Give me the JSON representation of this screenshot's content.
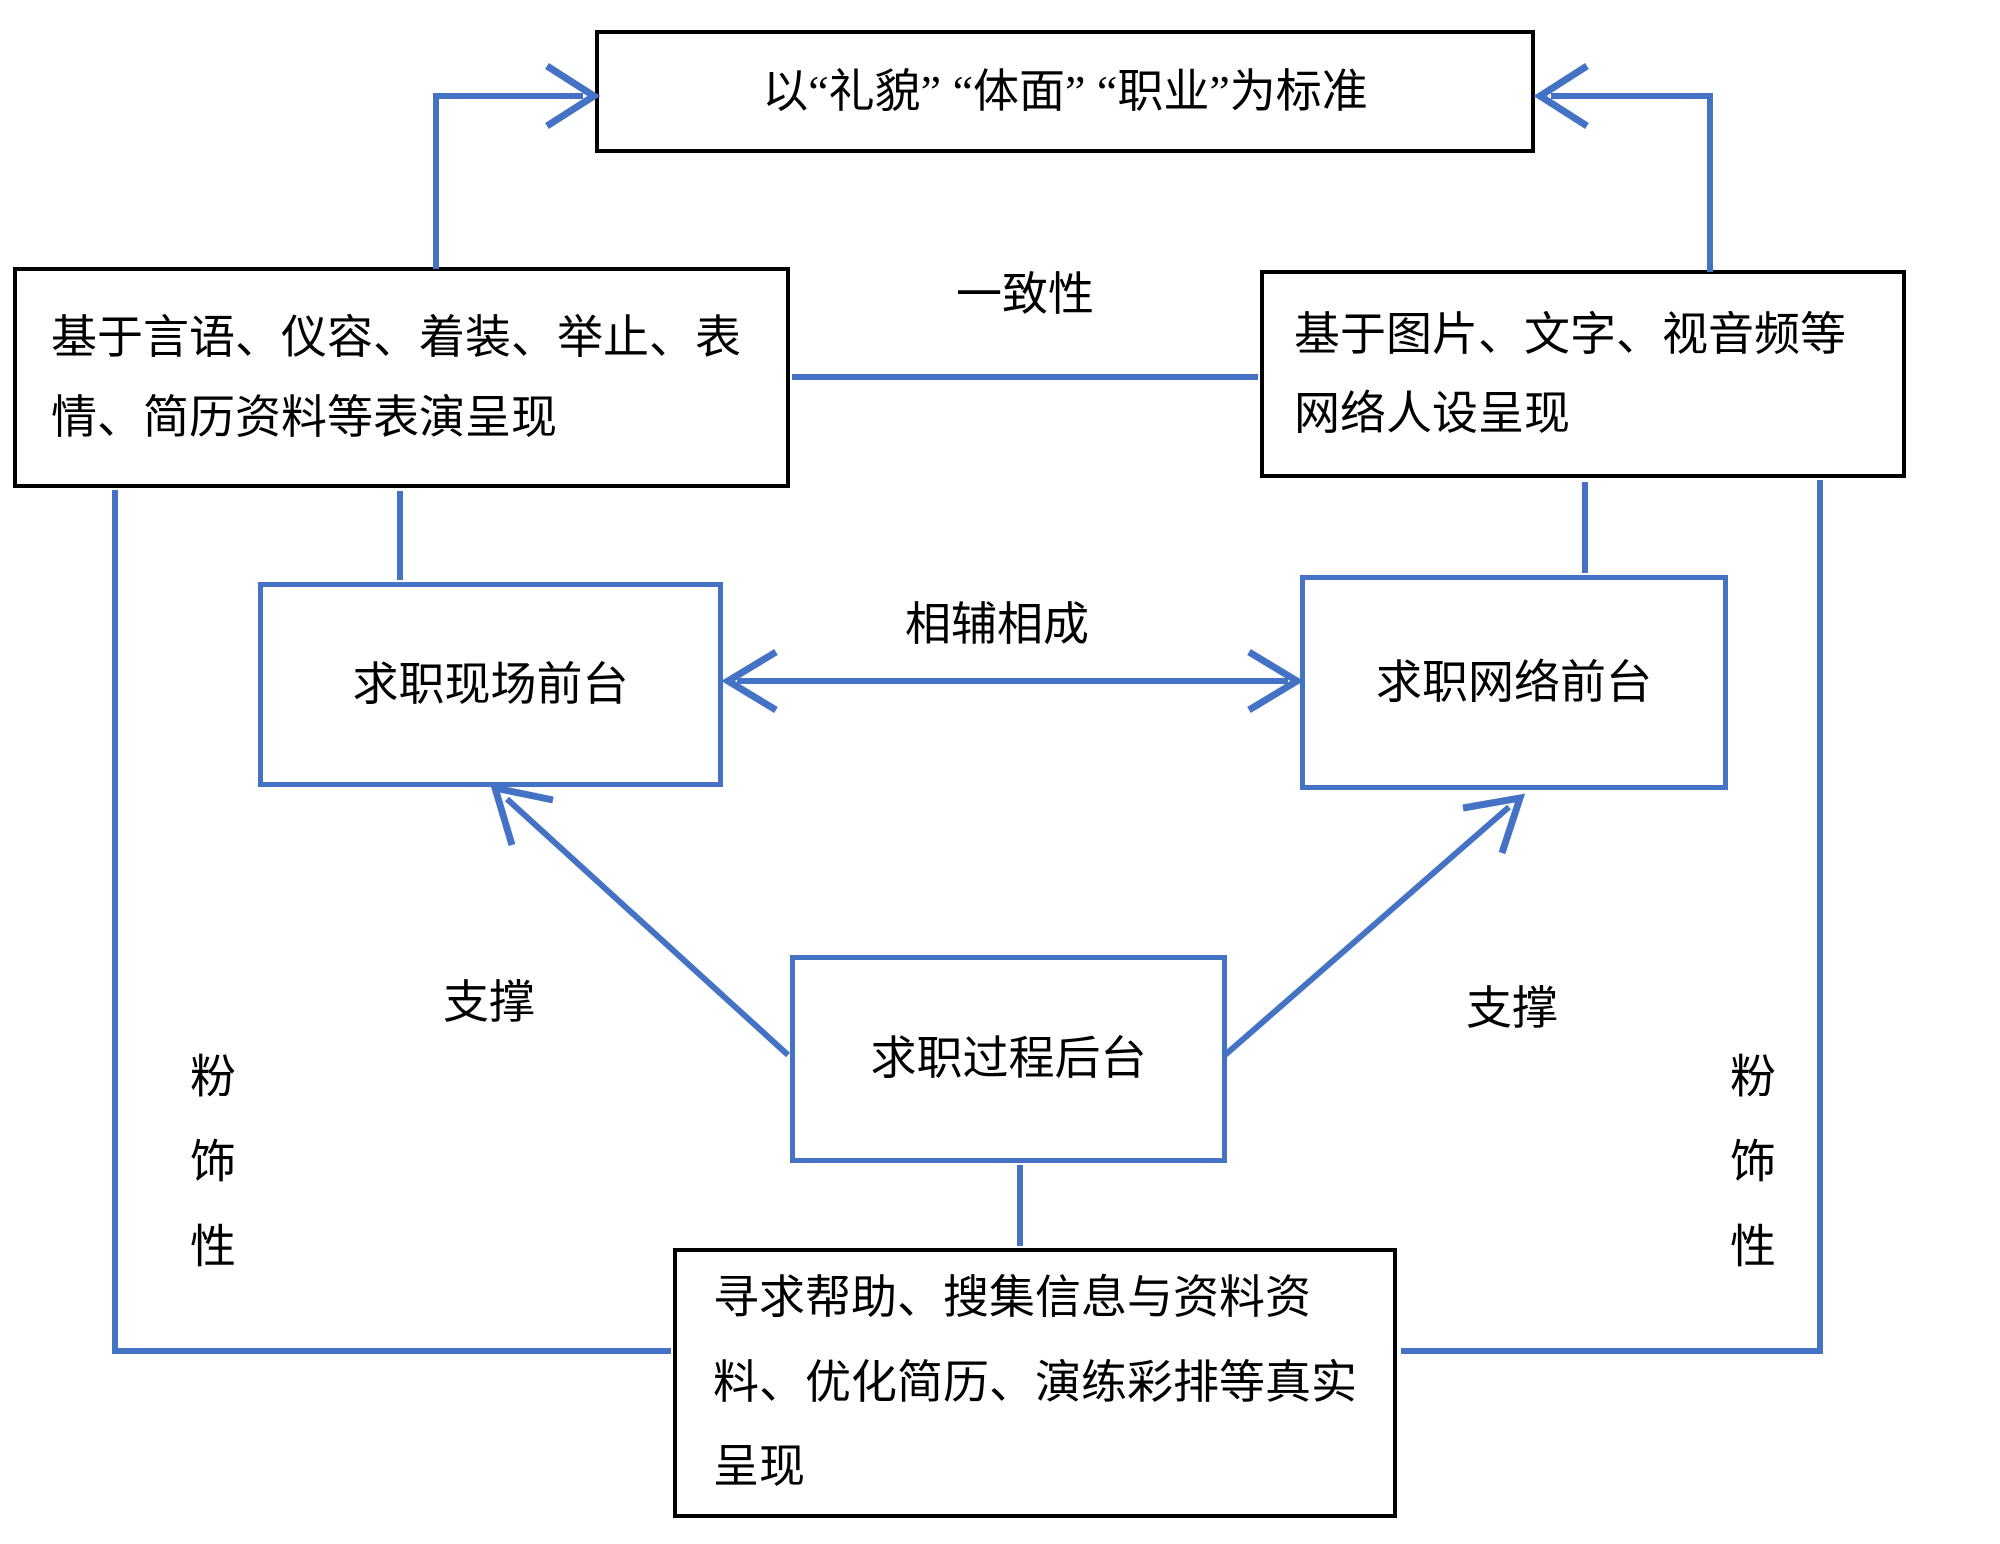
{
  "diagram": {
    "colors": {
      "accent": "#4472C4",
      "ink": "#000000",
      "background": "#FFFFFF"
    },
    "boxes": {
      "standard": "以“礼貌” “体面” “职业”为标准",
      "onsite_performance": "基于言语、仪容、着装、举止、表情、简历资料等表演呈现",
      "online_persona": "基于图片、文字、视音频等网络人设呈现",
      "onsite_front": "求职现场前台",
      "online_front": "求职网络前台",
      "backstage": "求职过程后台",
      "backstage_work": "寻求帮助、搜集信息与资料资料、优化简历、演练彩排等真实呈现"
    },
    "labels": {
      "consistency": "一致性",
      "mutual": "相辅相成",
      "support_left": "支撑",
      "support_right": "支撑",
      "veneer_left": "粉饰性",
      "veneer_right": "粉饰性"
    }
  }
}
